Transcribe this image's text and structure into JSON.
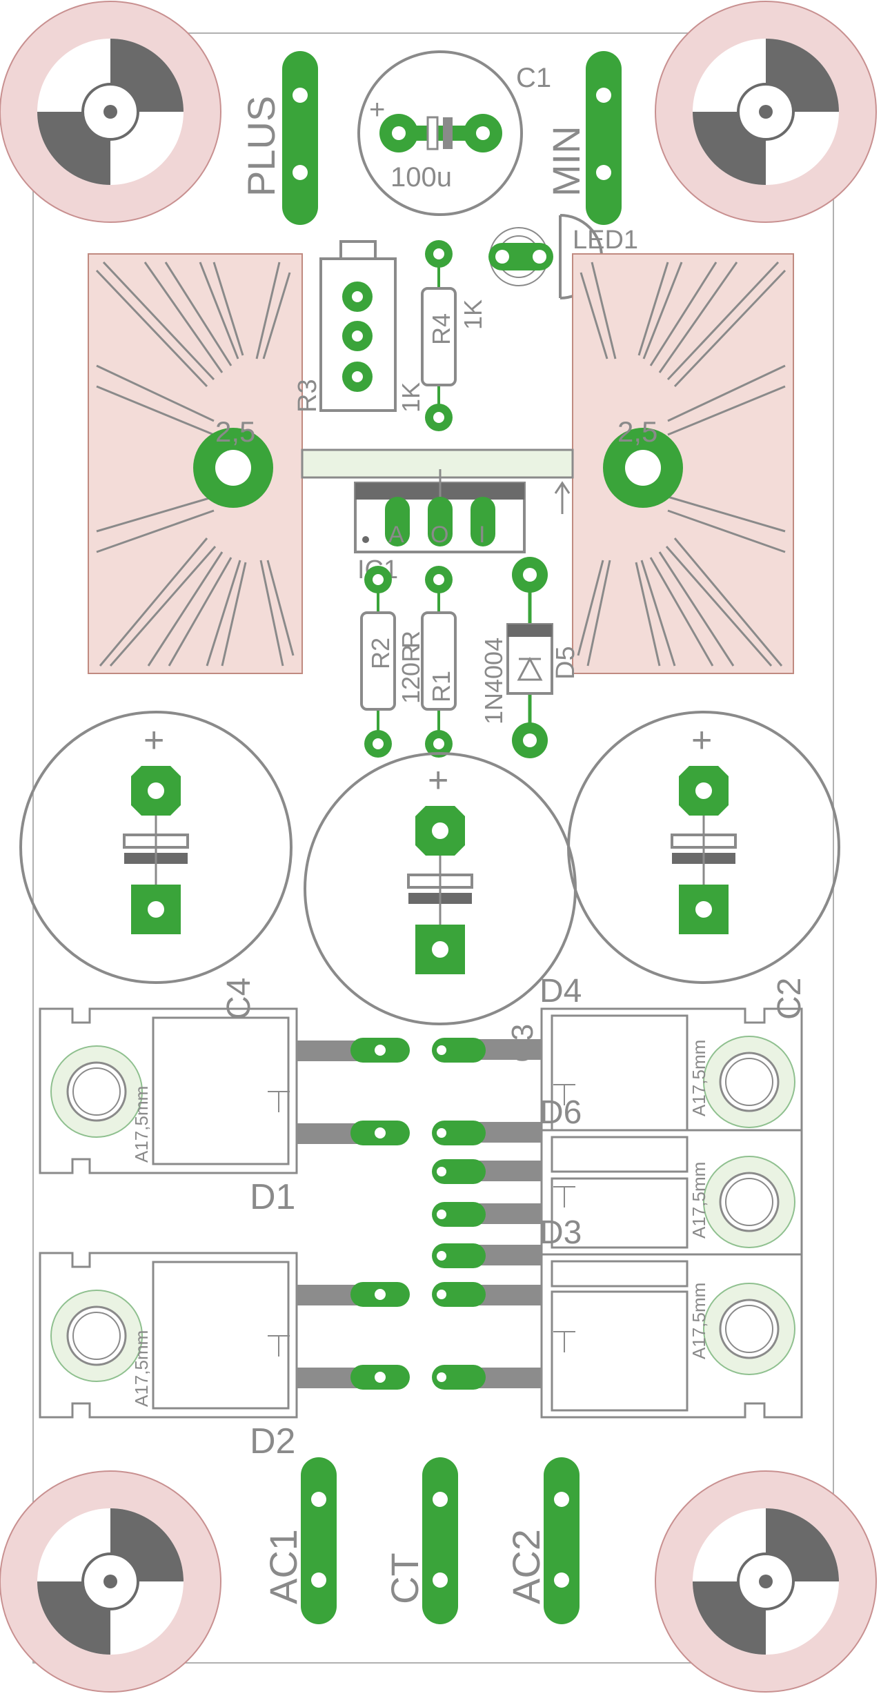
{
  "labels": {
    "plus": "PLUS",
    "min": "MIN",
    "c1": "C1",
    "c1_value": "100u",
    "led1": "LED1",
    "r3": "R3",
    "r3_value": "1K",
    "r4": "R4",
    "r4_value": "1K",
    "heatsink_left": "2,5",
    "heatsink_right": "2,5",
    "ic1": "IC1",
    "ic1_pin_a": "A",
    "ic1_pin_o": "O",
    "ic1_pin_i": "I",
    "r2": "R2",
    "r2_value": "120R",
    "r1": "R1",
    "r1_value": "R",
    "d5": "D5",
    "d5_value": "1N4004",
    "plus_mark": "+",
    "c2": "C2",
    "c3": "C3",
    "c4": "C4",
    "d1": "D1",
    "d2": "D2",
    "d3": "D3",
    "d4": "D4",
    "d6": "D6",
    "diode_value": "A17,5mm",
    "ac1": "AC1",
    "ct": "CT",
    "ac2": "AC2"
  },
  "colors": {
    "copper": "#3aa43a",
    "silkscreen": "#8a8a8a",
    "heatsink_fill": "#f3dcd8",
    "mounting_ring": "#f0d6d6",
    "board_outline": "#b0b0b0"
  }
}
